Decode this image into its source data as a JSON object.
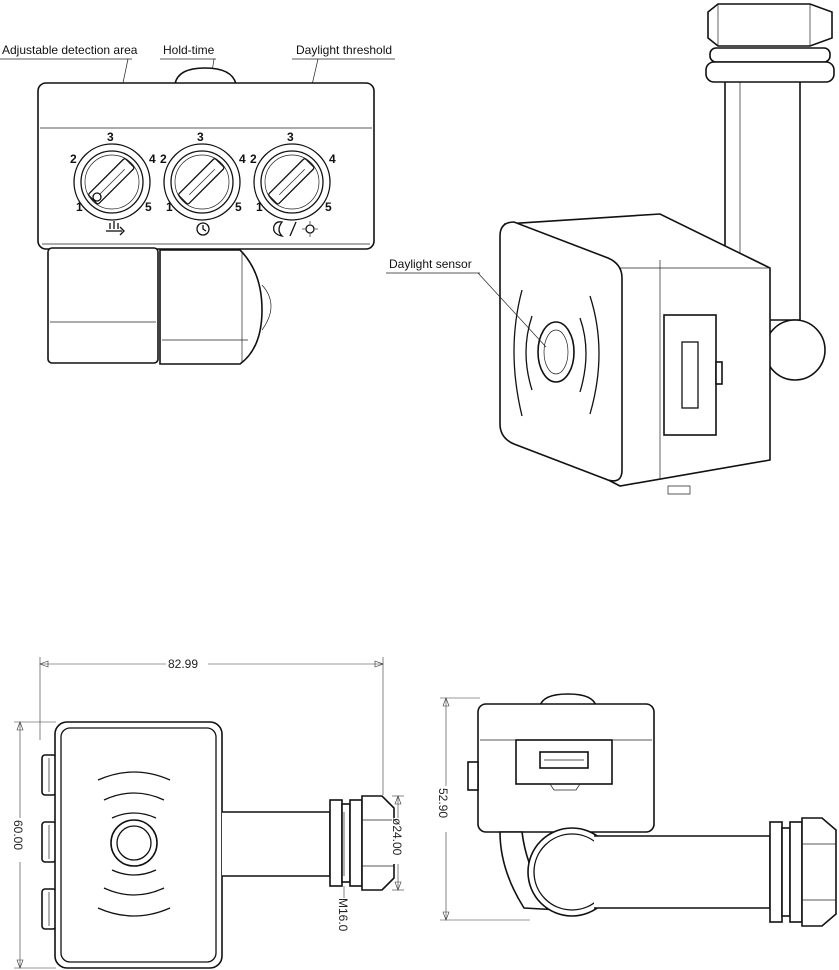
{
  "callouts": {
    "detection_area": "Adjustable detection area",
    "hold_time": "Hold-time",
    "daylight_threshold": "Daylight  threshold",
    "daylight_sensor": "Daylight  sensor"
  },
  "knobs": [
    {
      "n1": "1",
      "n2": "2",
      "n3": "3",
      "n4": "4",
      "n5": "5",
      "icon": "motion-range-icon"
    },
    {
      "n1": "1",
      "n2": "2",
      "n3": "3",
      "n4": "4",
      "n5": "5",
      "icon": "clock-icon"
    },
    {
      "n1": "1",
      "n2": "2",
      "n3": "3",
      "n4": "4",
      "n5": "5",
      "icon": "moon-sun-icon"
    }
  ],
  "dimensions": {
    "width": "82.99",
    "height": "60.00",
    "nut_diameter": "ø24.00",
    "thread": "M16.0",
    "side_height": "52.90"
  }
}
